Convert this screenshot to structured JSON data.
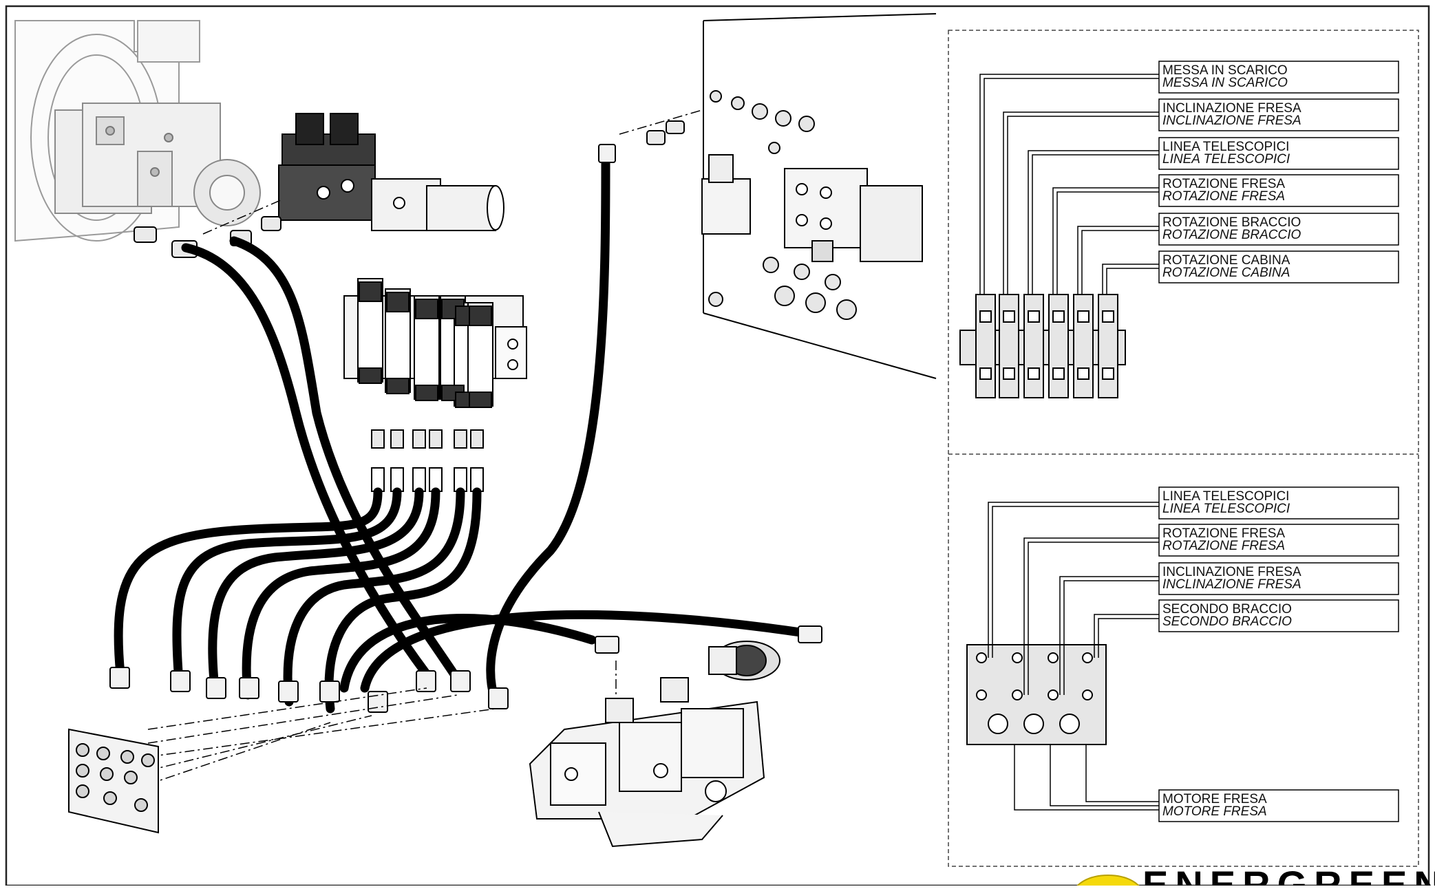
{
  "diagram": {
    "upper_labels": [
      {
        "it": "MESSA IN SCARICO",
        "en": "MESSA IN SCARICO"
      },
      {
        "it": "INCLINAZIONE FRESA",
        "en": "INCLINAZIONE FRESA"
      },
      {
        "it": "LINEA TELESCOPICI",
        "en": "LINEA TELESCOPICI"
      },
      {
        "it": "ROTAZIONE FRESA",
        "en": "ROTAZIONE FRESA"
      },
      {
        "it": "ROTAZIONE BRACCIO",
        "en": "ROTAZIONE BRACCIO"
      },
      {
        "it": "ROTAZIONE CABINA",
        "en": "ROTAZIONE CABINA"
      }
    ],
    "lower_labels": [
      {
        "it": "LINEA TELESCOPICI",
        "en": "LINEA TELESCOPICI"
      },
      {
        "it": "ROTAZIONE FRESA",
        "en": "ROTAZIONE FRESA"
      },
      {
        "it": "INCLINAZIONE FRESA",
        "en": "INCLINAZIONE FRESA"
      },
      {
        "it": "SECONDO BRACCIO",
        "en": "SECONDO BRACCIO"
      }
    ],
    "motor_label": {
      "it": "MOTORE FRESA",
      "en": "MOTORE FRESA"
    },
    "logo_text": "ENERGREEN",
    "colors": {
      "ink": "#000000",
      "frame": "#333333",
      "block": "#e6e6e6",
      "logo_yellow": "#f5d90a"
    }
  }
}
